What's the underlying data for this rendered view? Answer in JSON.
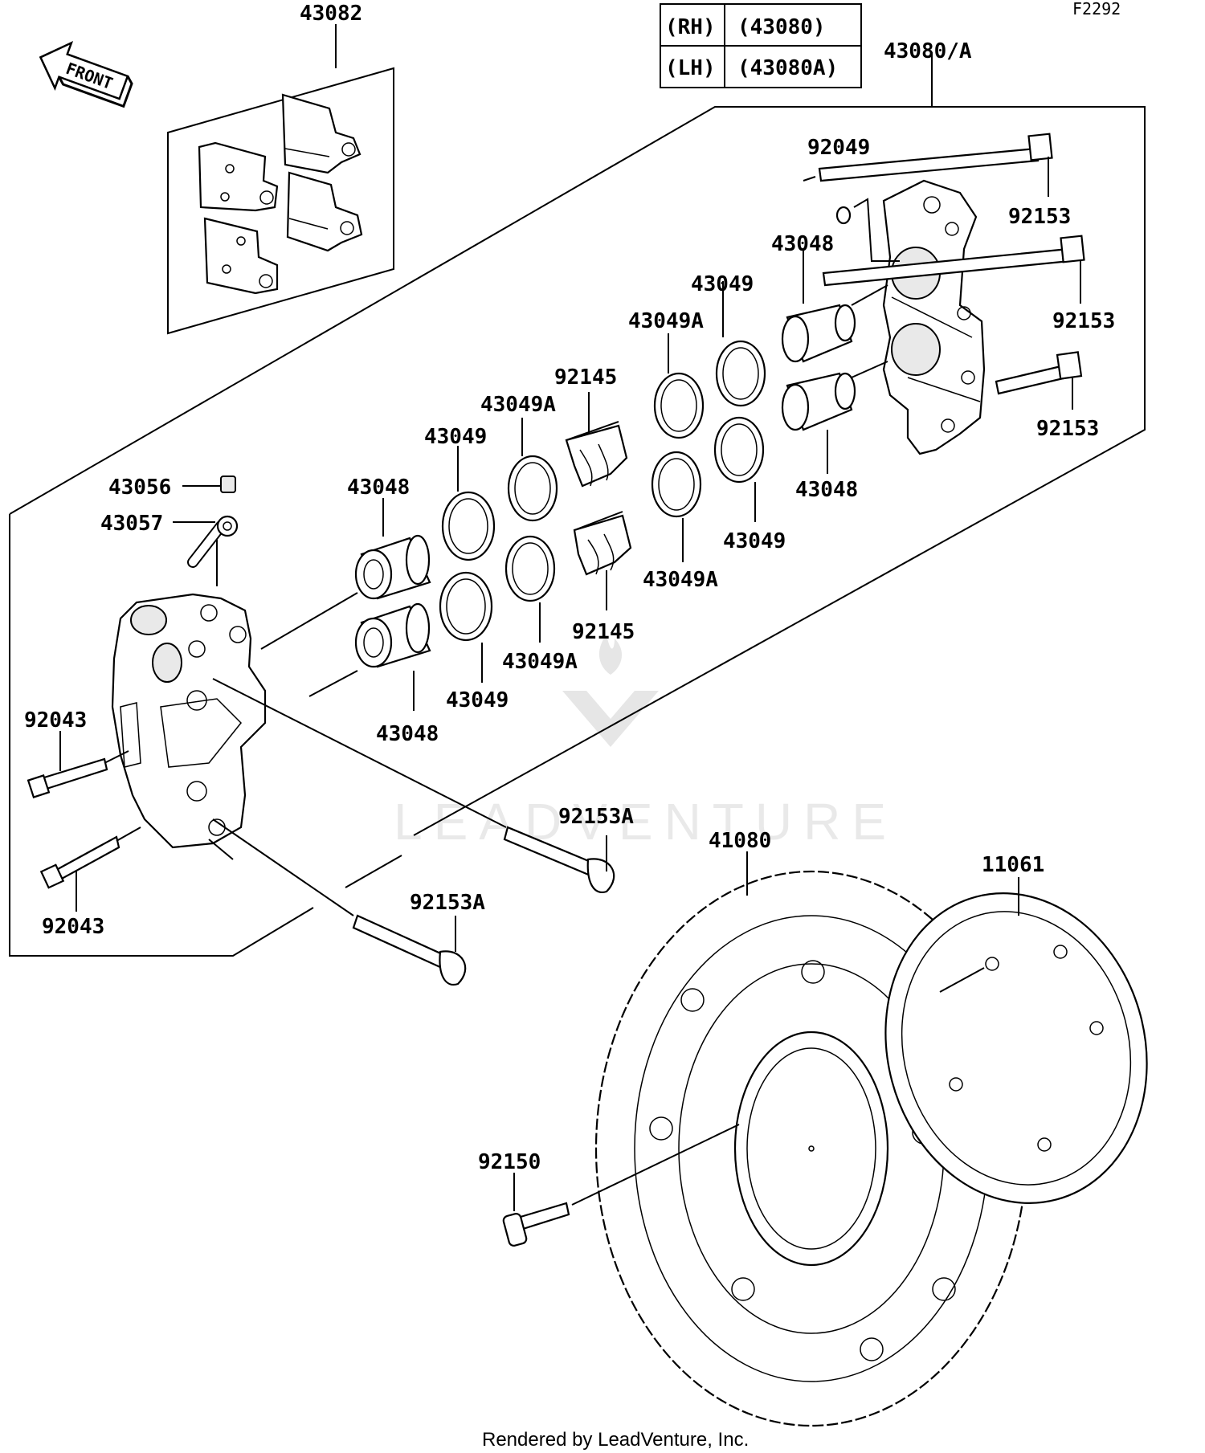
{
  "figure_code": "F2292",
  "front_arrow_label": "FRONT",
  "variant_table": [
    {
      "side": "(RH)",
      "part": "(43080)"
    },
    {
      "side": "(LH)",
      "part": "(43080A)"
    }
  ],
  "labels": {
    "l43082": "43082",
    "l43080A": "43080/A",
    "l92049": "92049",
    "l92153_1": "92153",
    "l92153_2": "92153",
    "l92153_3": "92153",
    "l43048_tr": "43048",
    "l43048_r": "43048",
    "l43049_top": "43049",
    "l43049A_top": "43049A",
    "l43049_r": "43049",
    "l43049A_r": "43049A",
    "l92145_top": "92145",
    "l92145_bot": "92145",
    "l43049A_mid": "43049A",
    "l43049_mid": "43049",
    "l43048_mid": "43048",
    "l43049A_low": "43049A",
    "l43049_low": "43049",
    "l43048_low": "43048",
    "l43056": "43056",
    "l43057": "43057",
    "l92043_top": "92043",
    "l92043_bot": "92043",
    "l92153A_1": "92153A",
    "l92153A_2": "92153A",
    "l41080": "41080",
    "l11061": "11061",
    "l92150": "92150"
  },
  "watermark": "LEADVENTURE",
  "footer": "Rendered by LeadVenture, Inc."
}
